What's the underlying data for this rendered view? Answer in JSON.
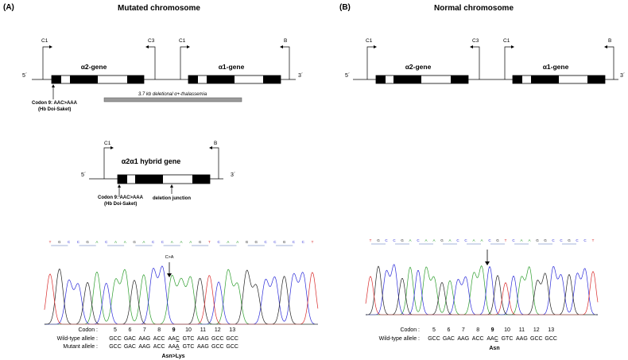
{
  "panel_a": {
    "label": "(A)",
    "title": "Mutated chromosome",
    "primers": {
      "c1a": "C1",
      "c3": "C3",
      "c1b": "C1",
      "b": "B"
    },
    "five_prime": "5´",
    "three_prime": "3´",
    "gene_a2": "α2-gene",
    "gene_a1": "α1-gene",
    "deletion_label": "3.7 kb deletional α+-thalassemia",
    "codon_note_1": "Codon 9: AAC>AAA",
    "codon_note_2": "(Hb Doi-Saket)",
    "hybrid": {
      "title": "α2α1 hybrid gene",
      "primer_c1": "C1",
      "primer_b": "B",
      "five_prime": "5´",
      "three_prime": "3´",
      "codon_note_1": "Codon 9: AAC>AAA",
      "codon_note_2": "(Hb Doi-Saket)",
      "junction_label": "deletion junction"
    },
    "sequence": "TGCCGACAAGACCAAAGTCAAGGCCGCCT",
    "mutation_mark": "C>A",
    "codon_label": "Codon :",
    "codon_numbers": [
      "5",
      "6",
      "7",
      "8",
      "9",
      "10",
      "11",
      "12",
      "13"
    ],
    "wild_label": "Wild-type allele :",
    "wild_codons": [
      "GCC",
      "GAC",
      "AAG",
      "ACC",
      "AAC",
      "GTC",
      "AAG",
      "GCC",
      "GCC"
    ],
    "mutant_label": "Mutant allele :",
    "mutant_codons": [
      "GCC",
      "GAC",
      "AAG",
      "ACC",
      "AAA",
      "GTC",
      "AAG",
      "GCC",
      "GCC"
    ],
    "aa_change": "Asn>Lys"
  },
  "panel_b": {
    "label": "(B)",
    "title": "Normal chromosome",
    "primers": {
      "c1a": "C1",
      "c3": "C3",
      "c1b": "C1",
      "b": "B"
    },
    "five_prime": "5´",
    "three_prime": "3´",
    "gene_a2": "α2-gene",
    "gene_a1": "α1-gene",
    "sequence": "TGCCGACAAGACCAACGTCAAGGCCGCCT",
    "codon_label": "Codon :",
    "codon_numbers": [
      "5",
      "6",
      "7",
      "8",
      "9",
      "10",
      "11",
      "12",
      "13"
    ],
    "wild_label": "Wild-type allele :",
    "wild_codons": [
      "GCC",
      "GAC",
      "AAG",
      "ACC",
      "AAC",
      "GTC",
      "AAG",
      "GCC",
      "GCC"
    ],
    "aa_label": "Asn"
  },
  "colors": {
    "A": "#2e9e2e",
    "C": "#2b2bd9",
    "G": "#222222",
    "T": "#d92b2b",
    "deletion_bar": "#9a9a9a",
    "underline": "#4a6fb5"
  }
}
